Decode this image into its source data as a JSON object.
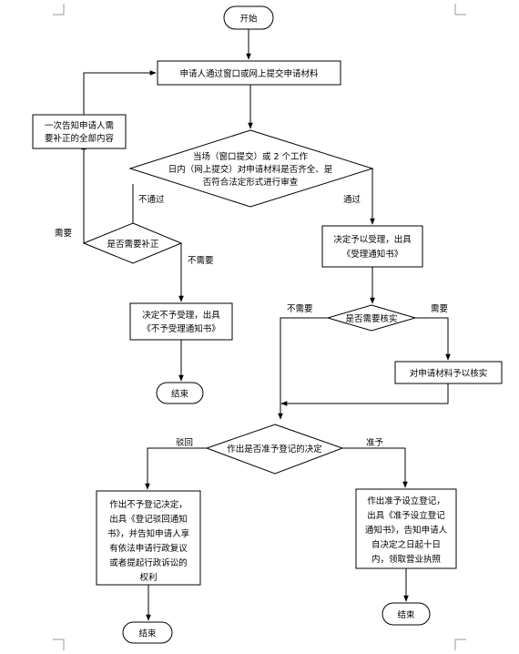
{
  "nodes": {
    "start": "开始",
    "submit": "申请人通过窗口或网上提交申请材料",
    "notify_fix": [
      "一次告知申请人需",
      "要补正的全部内容"
    ],
    "review": [
      "当场（窗口提交）或 2 个工作",
      "日内（网上提交）对申请材料是否齐全、是",
      "否符合法定形式进行审查"
    ],
    "need_fix": "是否需要补正",
    "accept": [
      "决定予以受理，出具",
      "《受理通知书》"
    ],
    "reject": [
      "决定不予受理，出具",
      "《不予受理通知书》"
    ],
    "end_reject": "结束",
    "need_verify": "是否需要核实",
    "verify": "对申请材料予以核实",
    "decide": "作出是否准予登记的决定",
    "deny_reg": [
      "作出不予登记决定，",
      "出具《登记驳回通知",
      "书》，并告知申请人享",
      "有依法申请行政复议",
      "或者提起行政诉讼的",
      "权利"
    ],
    "grant_reg": [
      "作出准予设立登记，",
      "出具《准予设立登记",
      "通知书》，告知申请人",
      "自决定之日起十日",
      "内，领取营业执照"
    ],
    "end_deny": "结束",
    "end_grant": "结束"
  },
  "edges": {
    "fail": "不通过",
    "pass": "通过",
    "need": "需要",
    "no_need": "不需要",
    "verify_no": "不需要",
    "verify_yes": "需要",
    "reject": "驳回",
    "grant": "准予"
  }
}
